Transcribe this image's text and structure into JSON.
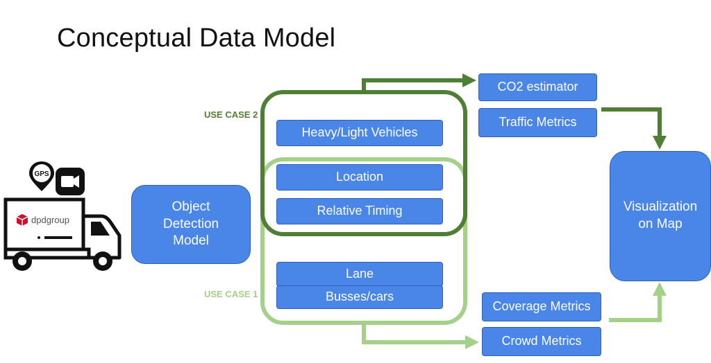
{
  "title": "Conceptual Data Model",
  "labels": {
    "use_case_2": "USE CASE 2",
    "use_case_1": "USE CASE 1"
  },
  "nodes": {
    "object_detection": "Object Detection Model",
    "heavy_light": "Heavy/Light Vehicles",
    "location": "Location",
    "relative_timing": "Relative Timing",
    "lane": "Lane",
    "busses_cars": "Busses/cars",
    "co2": "CO2 estimator",
    "traffic": "Traffic Metrics",
    "coverage": "Coverage Metrics",
    "crowd": "Crowd Metrics",
    "visualization": "Visualization on Map"
  },
  "truck": {
    "gps_badge": "GPS",
    "logo_text": "dpdgroup"
  },
  "colors": {
    "box_fill": "#4a86e8",
    "use_case_2": "#4f7f35",
    "use_case_1": "#a5d08a",
    "title": "#111111"
  }
}
